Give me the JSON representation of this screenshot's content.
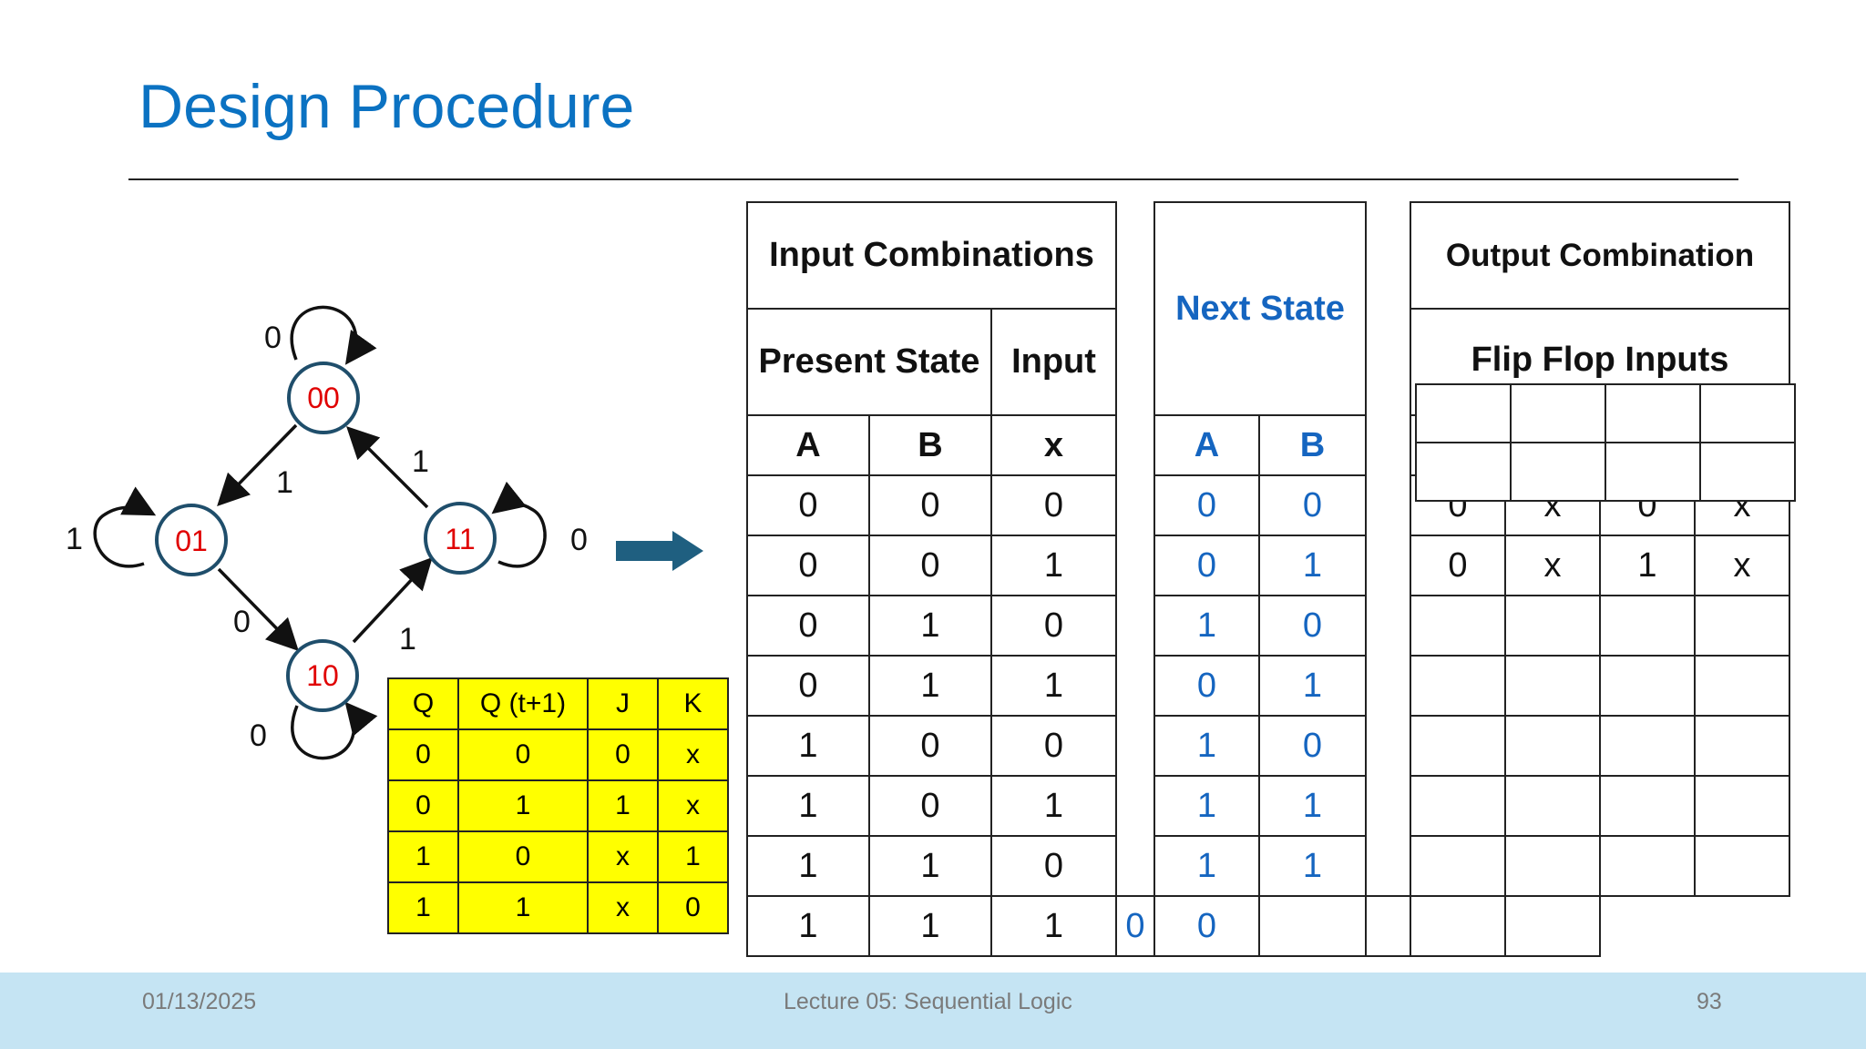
{
  "slide": {
    "title": "Design Procedure",
    "footer": {
      "date": "01/13/2025",
      "lecture": "Lecture 05: Sequential Logic",
      "page": "93"
    }
  },
  "state_diagram": {
    "states": [
      "00",
      "01",
      "11",
      "10"
    ],
    "labels": {
      "self_00": "0",
      "self_01": "1",
      "self_11": "0",
      "self_10": "0",
      "e_00_01": "1",
      "e_11_00": "1",
      "e_01_10": "0",
      "e_10_11": "1"
    },
    "colors": {
      "state_text": "#e00000",
      "circle": "#1f4e6b",
      "arrow": "#1f5f80"
    }
  },
  "jk_table": {
    "headers": [
      "Q",
      "Q (t+1)",
      "J",
      "K"
    ],
    "rows": [
      [
        "0",
        "0",
        "0",
        "x"
      ],
      [
        "0",
        "1",
        "1",
        "x"
      ],
      [
        "1",
        "0",
        "x",
        "1"
      ],
      [
        "1",
        "1",
        "x",
        "0"
      ]
    ],
    "fill": "#ffff00"
  },
  "state_table": {
    "input_combinations": "Input Combinations",
    "present_state": "Present State",
    "input": "Input",
    "next_state": "Next State",
    "output_combination": "Output Combination",
    "flip_flop_inputs": "Flip Flop Inputs",
    "col_a": "A",
    "col_b": "B",
    "col_x": "x",
    "rows": [
      {
        "a": "0",
        "b": "0",
        "x": "0",
        "na": "0",
        "nb": "0",
        "ff": [
          "0",
          "x",
          "0",
          "x"
        ]
      },
      {
        "a": "0",
        "b": "0",
        "x": "1",
        "na": "0",
        "nb": "1",
        "ff": [
          "0",
          "x",
          "1",
          "x"
        ]
      },
      {
        "a": "0",
        "b": "1",
        "x": "0",
        "na": "1",
        "nb": "0",
        "ff": [
          "",
          "",
          "",
          ""
        ]
      },
      {
        "a": "0",
        "b": "1",
        "x": "1",
        "na": "0",
        "nb": "1",
        "ff": [
          "",
          "",
          "",
          ""
        ]
      },
      {
        "a": "1",
        "b": "0",
        "x": "0",
        "na": "1",
        "nb": "0",
        "ff": [
          "",
          "",
          "",
          ""
        ]
      },
      {
        "a": "1",
        "b": "0",
        "x": "1",
        "na": "1",
        "nb": "1",
        "ff": [
          "",
          "",
          "",
          ""
        ]
      },
      {
        "a": "1",
        "b": "1",
        "x": "0",
        "na": "1",
        "nb": "1",
        "ff": [
          "",
          "",
          "",
          ""
        ]
      },
      {
        "a": "1",
        "b": "1",
        "x": "1",
        "na": "0",
        "nb": "0",
        "ff": [
          "",
          "",
          "",
          ""
        ]
      }
    ],
    "colors": {
      "next_state": "#1565c0"
    }
  }
}
